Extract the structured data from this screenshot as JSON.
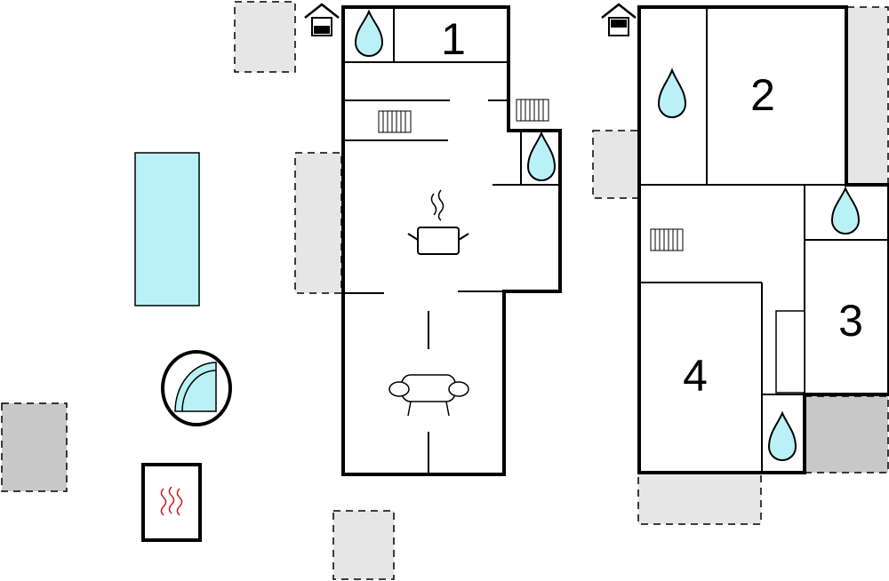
{
  "room_numbers": [
    "1",
    "2",
    "3",
    "4"
  ],
  "colors": {
    "water": "#b9f1f6",
    "pool": "#b9f1f6",
    "terrace": "#e6e6e6",
    "terrace_dark": "#c8c8c8",
    "heat": "#cc2222"
  },
  "icons": [
    "entrance-icon",
    "water-drop-icon",
    "radiator-icon",
    "cooking-pot-icon",
    "sofa-icon",
    "whirlpool-icon",
    "sauna-icon",
    "pool"
  ]
}
